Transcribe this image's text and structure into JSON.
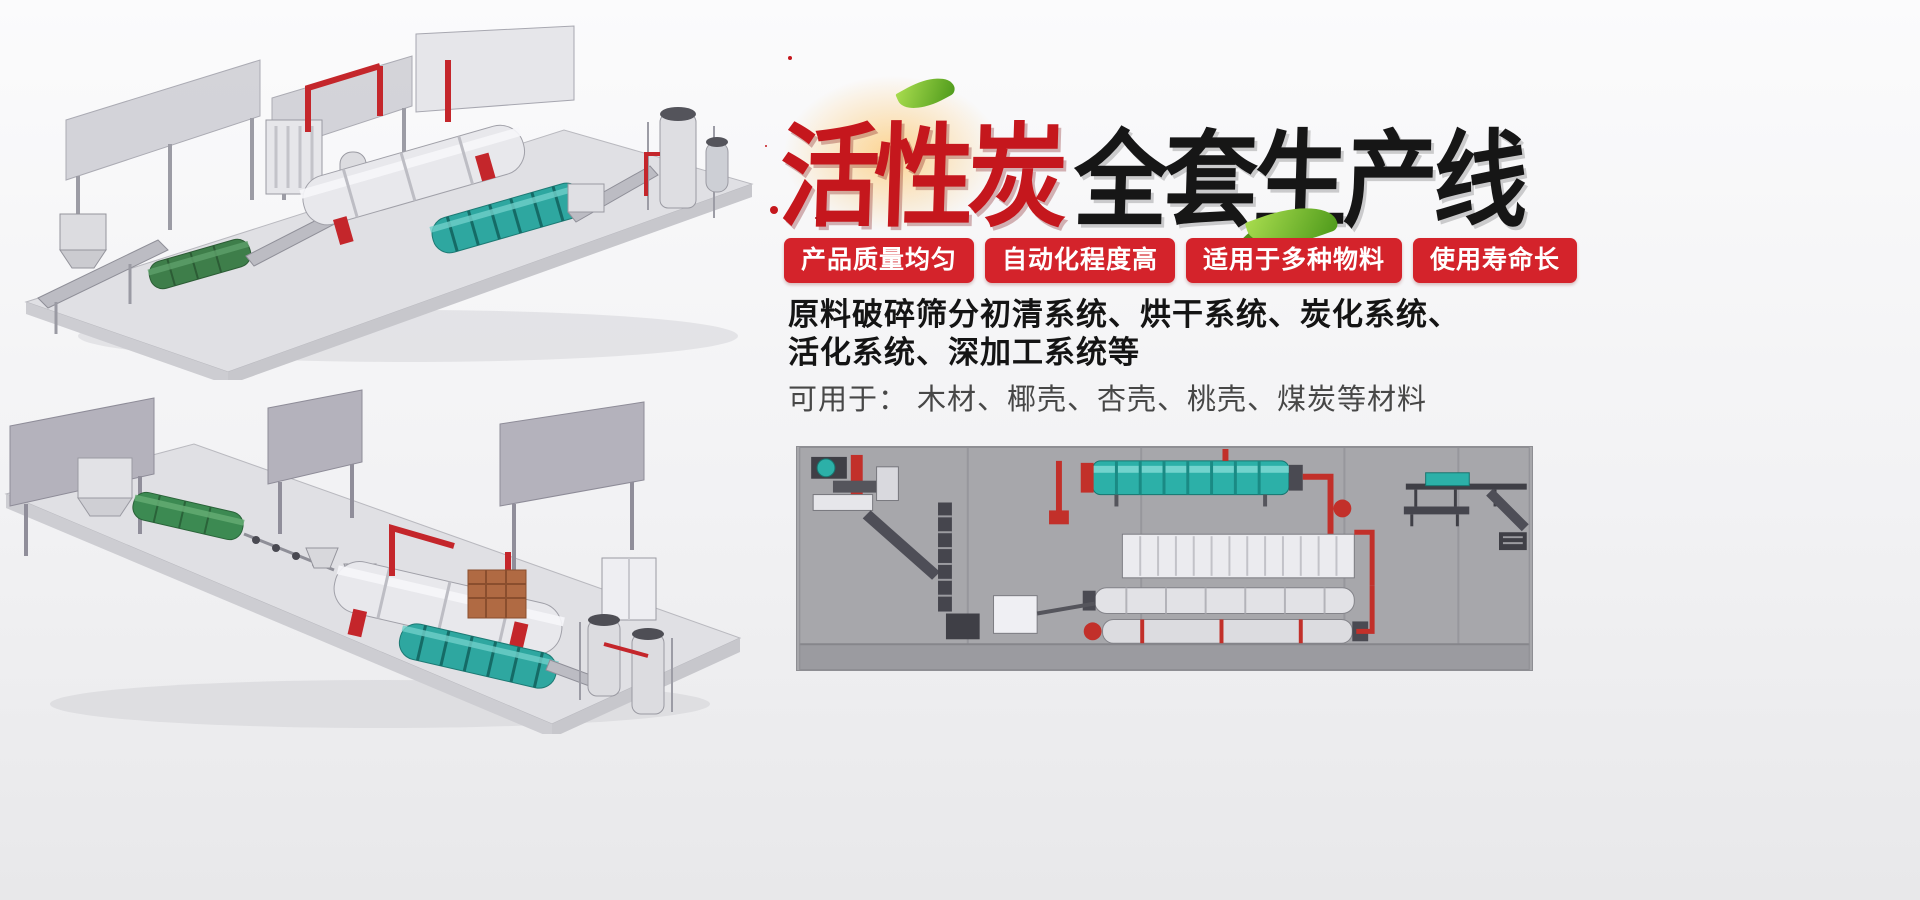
{
  "title": {
    "red_part": "活性炭",
    "black_part": "全套生产线"
  },
  "badges": {
    "items": [
      {
        "label": "产品质量均匀"
      },
      {
        "label": "自动化程度高"
      },
      {
        "label": "适用于多种物料"
      },
      {
        "label": "使用寿命长"
      }
    ]
  },
  "description": {
    "line1": "原料破碎筛分初清系统、烘干系统、炭化系统、",
    "line2": "活化系统、深加工系统等",
    "materials": "可用于： 木材、椰壳、杏壳、桃壳、煤炭等材料"
  },
  "images": {
    "top_left": "production-line-3d-render-angle-1",
    "bottom_left": "production-line-3d-render-angle-2",
    "bottom_right": "plant-layout-diagram",
    "leaf": "leaf-icon"
  },
  "colors": {
    "title_red": "#c5171d",
    "title_black": "#161616",
    "badge_bg": "#d4232b",
    "badge_text": "#ffffff",
    "desc_text": "#141414",
    "materials_text": "#474747",
    "leaf_green": "#6fb52c",
    "machine_teal": "#2ea7a0",
    "machine_green": "#3c8a52",
    "pipe_red": "#c4262b",
    "diagram_bg": "#a7a7ab",
    "platform_gray": "#e0e0e4"
  }
}
